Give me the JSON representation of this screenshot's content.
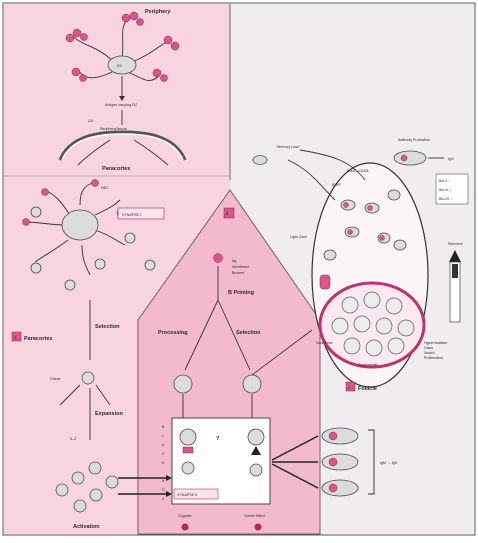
{
  "colors": {
    "left_panel_bg": "#f7d4e0",
    "right_panel_bg": "#f1ecef",
    "center_pentagon_bg": "#f3b9cf",
    "pink_marker": "#d9558a",
    "cell_fill": "#dcdcdc"
  },
  "left": {
    "periphery": "Periphery",
    "dc": "DC",
    "antigen_dc": "Antigen carrying DC",
    "ln": "LN",
    "peripheral_tissue": "Peripheral tissue",
    "paracortex_top": "Paracortex",
    "hdc": "HDC",
    "synapse_i": "SYNAPSE I",
    "badge": "A",
    "paracortex_side": "Paracortex",
    "selection": "Selection",
    "clonal": "Clonal",
    "expansion": "Expansion",
    "il2": "IL-2",
    "activation": "Activation"
  },
  "center": {
    "badge": "B",
    "ag_line1": "Ag",
    "ag_line2": "Membrane",
    "ag_line3": "Bindent",
    "b_priming": "B Priming",
    "processing": "Processing",
    "selection": "Selection",
    "black_box": [
      "B",
      "L",
      "A",
      "C",
      "K",
      "",
      "B",
      "O",
      "X"
    ],
    "question": "?",
    "synapse_ii": "SYNAPSE II",
    "cognate": "Cognate",
    "carrier_effect": "Carrier Effect"
  },
  "right": {
    "memory_loss": "\"Memory Loss\"",
    "cd40": "CD40–CD40L",
    "baff": "BAFF",
    "light_zone": "Light Zone",
    "dark_zone": "Dark Zone",
    "centroblasts": "Centroblasts",
    "antibody_production": "Antibody Production",
    "igg": "IgG",
    "legend": [
      "Bcl-2 ↑",
      "Bcl-xL ↑",
      "Bcl-xS ↓"
    ],
    "selection": "Selection",
    "hypermutation": "Hypermutation Class Switch Proliferation",
    "badge": "C",
    "follicle": "Follicle",
    "igm_igg": "IgM → IgG"
  }
}
